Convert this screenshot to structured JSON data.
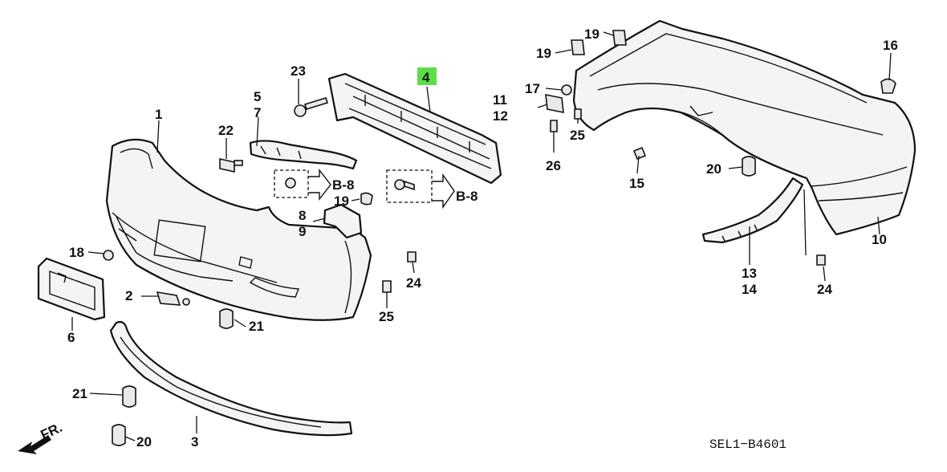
{
  "diagram": {
    "code": "SEL1−B4601",
    "direction": "FR.",
    "highlight_color": "#5fdc4a",
    "ref_label": "B-8",
    "labels": {
      "p1": "1",
      "p2": "2",
      "p3": "3",
      "p4": "4",
      "p5": "5",
      "p6": "6",
      "p7": "7",
      "p8": "8",
      "p9": "9",
      "p10": "10",
      "p11": "11",
      "p12": "12",
      "p13": "13",
      "p14": "14",
      "p15": "15",
      "p16": "16",
      "p17": "17",
      "p18": "18",
      "p19a": "19",
      "p19b": "19",
      "p19c": "19",
      "p20a": "20",
      "p20b": "20",
      "p21a": "21",
      "p21b": "21",
      "p22": "22",
      "p23": "23",
      "p24a": "24",
      "p24b": "24",
      "p25a": "25",
      "p25b": "25",
      "p26": "26"
    }
  }
}
